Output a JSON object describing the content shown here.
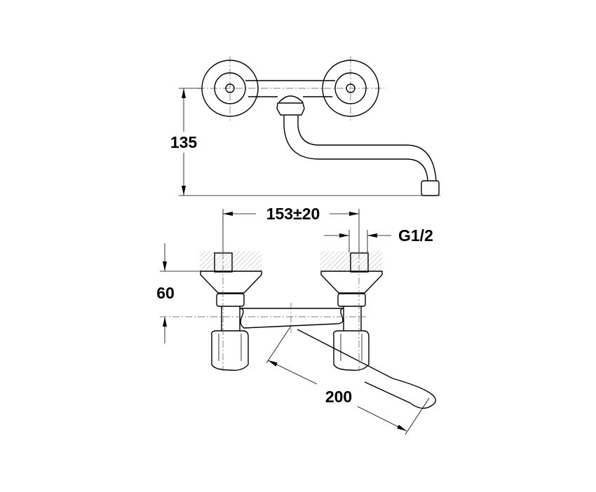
{
  "drawing": {
    "title": "Wall-mounted two-handle tap dimension drawing",
    "dimensions": {
      "height": "135",
      "centers": "153±20",
      "thread": "G1/2",
      "depth": "60",
      "spout_length": "200"
    }
  }
}
